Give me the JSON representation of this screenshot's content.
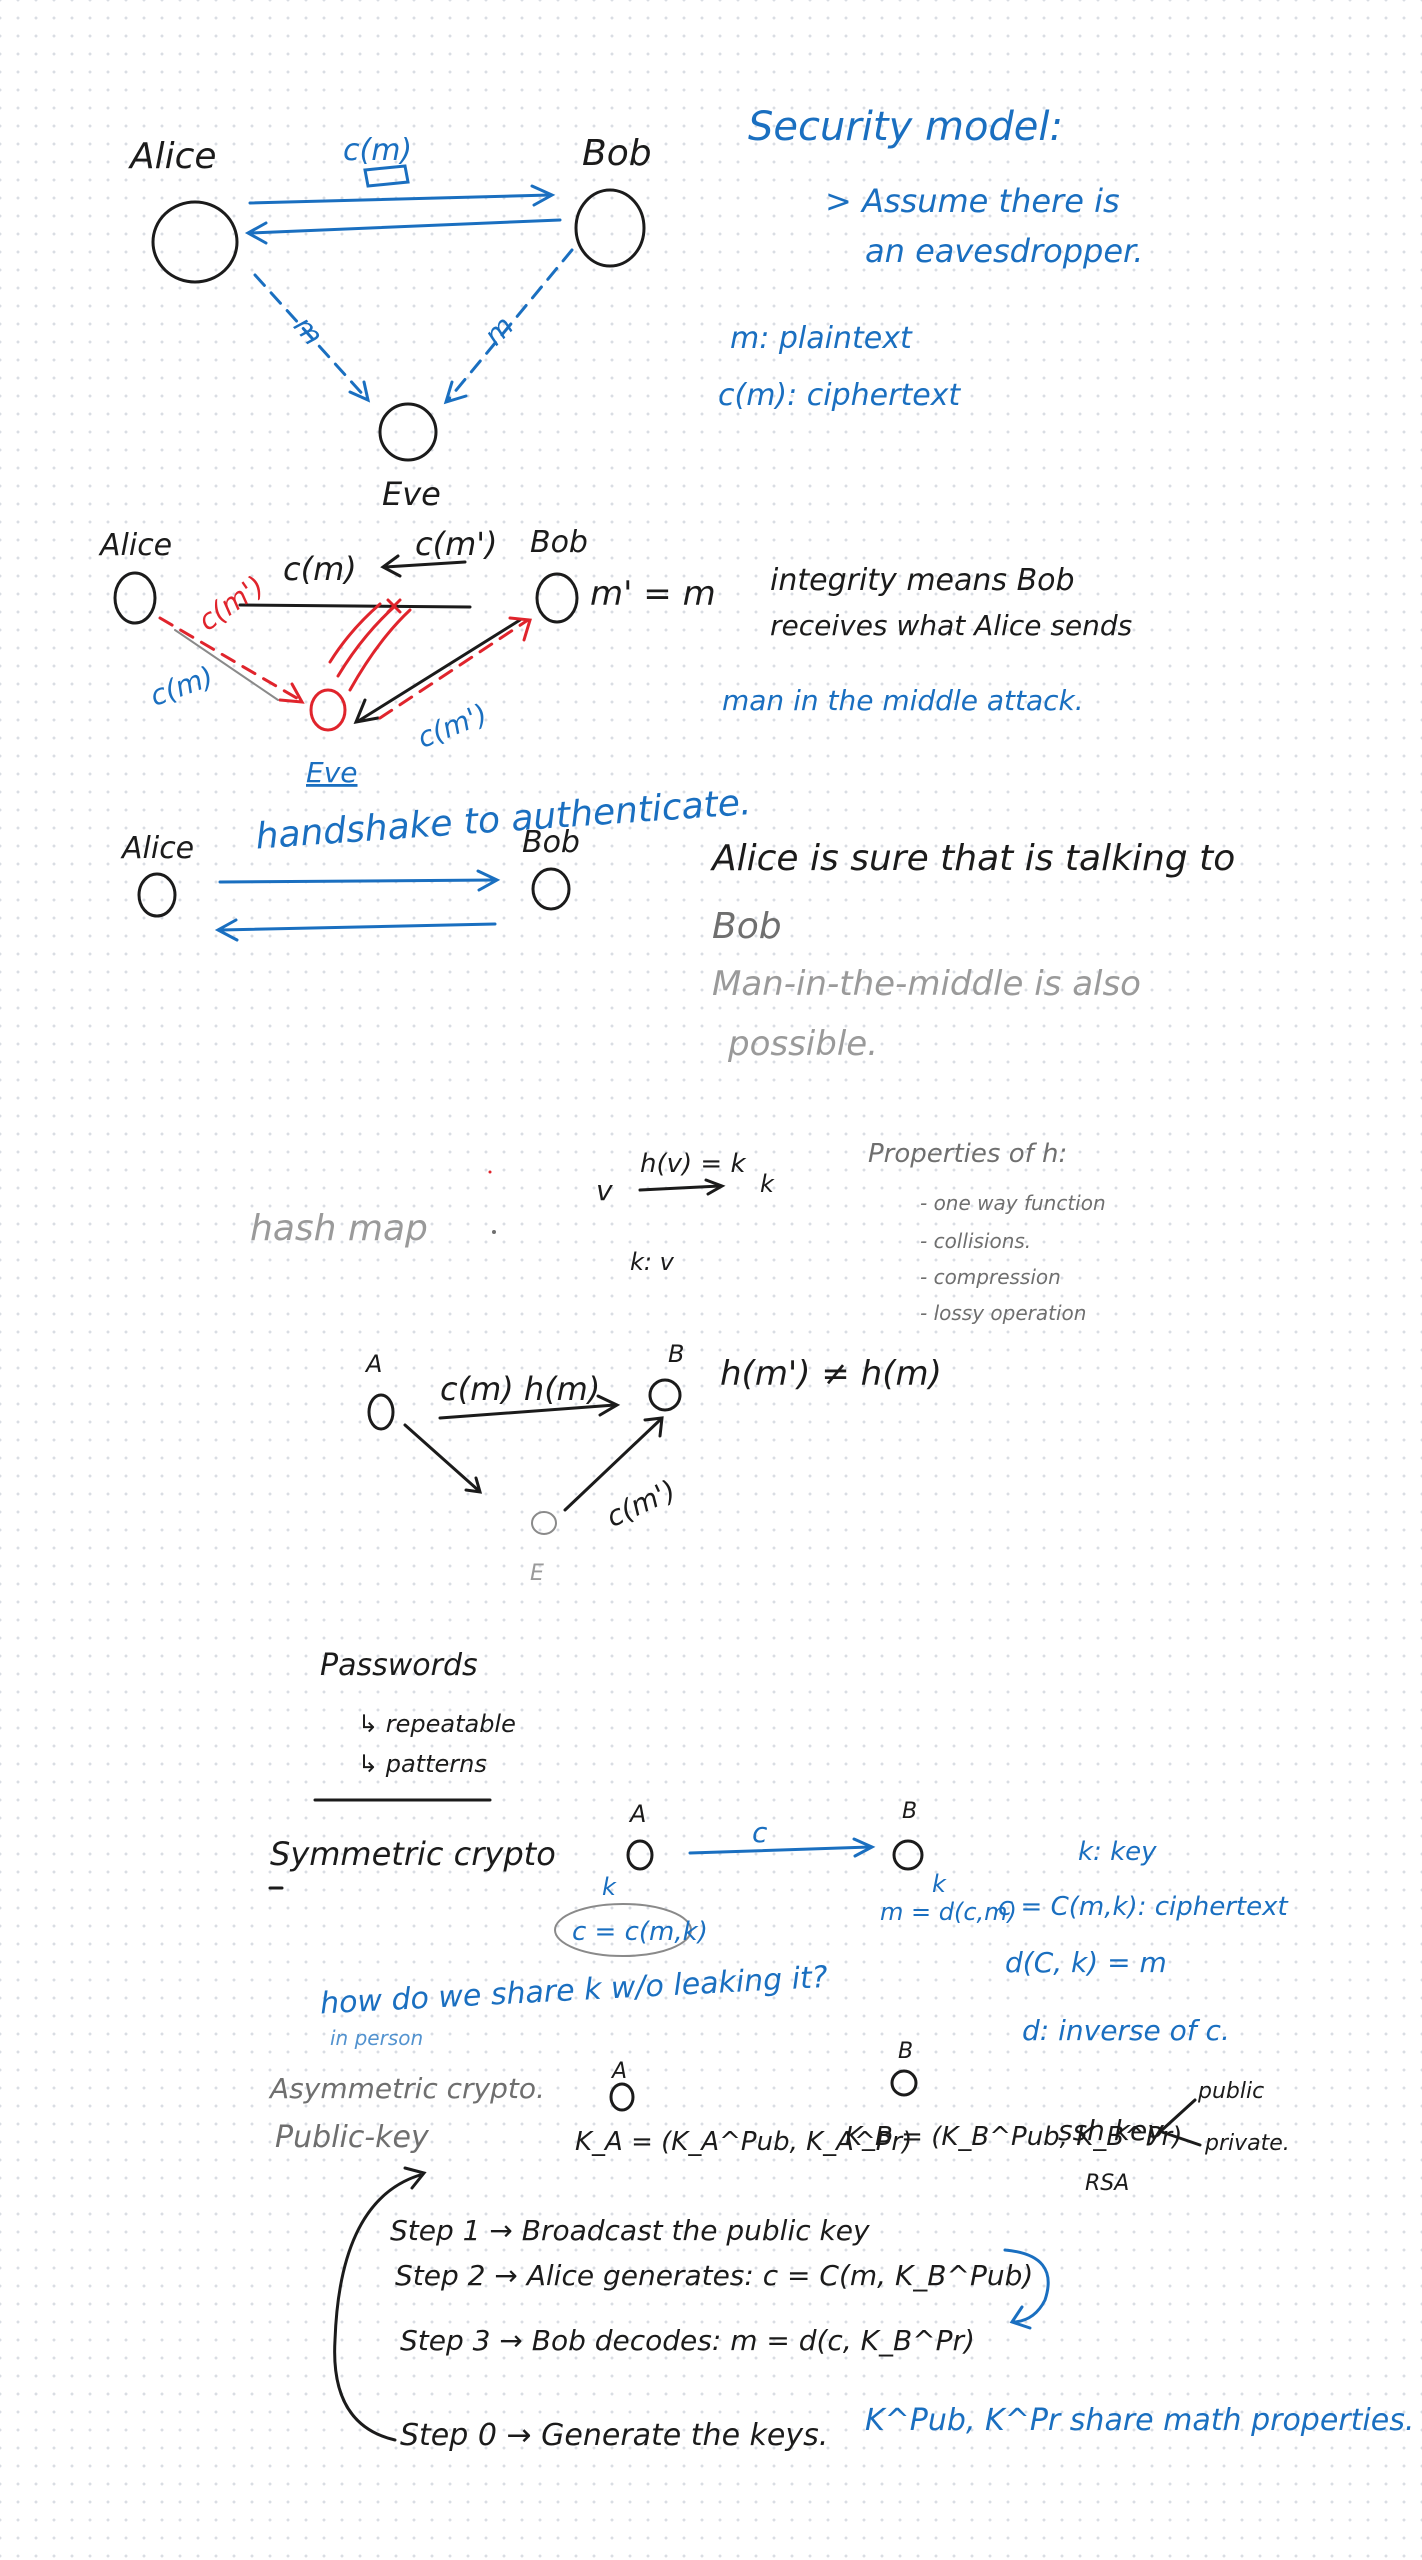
{
  "colors": {
    "blue_ink": "#1a6fc0",
    "black_ink": "#1b1b1b",
    "red_ink": "#e0242c",
    "grey_ink": "#6f6f6f"
  },
  "section1": {
    "alice": "Alice",
    "bob": "Bob",
    "eve": "Eve",
    "arrow_label": "c(m)",
    "m_left": "m",
    "m_right": "m",
    "security_model": "Security model:",
    "assume_line1": "> Assume there is",
    "assume_line2": "an eavesdropper.",
    "plaintext": "m: plaintext",
    "ciphertext": "c(m): ciphertext"
  },
  "section2": {
    "alice": "Alice",
    "bob": "Bob",
    "eve": "Eve",
    "cm_top": "c(m)",
    "cm_prime_top": "c(m')",
    "cm_prime_red": "c(m')",
    "cm_left": "c(m)",
    "cm_prime_bottom": "c(m')",
    "m_prime_eq": "m' = m",
    "integrity_line1": "integrity means Bob",
    "integrity_line2": "receives what Alice sends",
    "mitm": "man in the middle attack."
  },
  "section3": {
    "handshake": "handshake to authenticate.",
    "alice": "Alice",
    "bob": "Bob",
    "sure_line1": "Alice is sure that is talking to",
    "sure_line2": "Bob",
    "possible_line1": "Man-in-the-middle is also",
    "possible_line2": "possible."
  },
  "section4": {
    "hash_map": "hash map",
    "v": "v",
    "hv_eq_k": "h(v) = k",
    "k": "k",
    "k_colon_v": "k: v",
    "props_title": "Properties of h:",
    "props": [
      "- one way function",
      "- collisions.",
      "- compression",
      "- lossy operation"
    ],
    "node_a": "A",
    "node_b": "B",
    "node_e": "E",
    "cm_hm": "c(m) h(m)",
    "cm_prime": "c(m')",
    "hm_neq": "h(m') ≠ h(m)"
  },
  "section5": {
    "passwords": "Passwords",
    "repeatable": "↳ repeatable",
    "patterns": "↳ patterns",
    "symmetric": "Symmetric crypto",
    "node_a": "A",
    "node_b": "B",
    "k_left": "k",
    "k_right": "k",
    "c_label": "c",
    "c_formula": "c = c(m,k)",
    "k_key": "k: key",
    "m_eq": "m = d(c,m)",
    "c_eq": "c = C(m,k): ciphertext",
    "d_eq": "d(C, k) = m",
    "d_inverse": "d: inverse of c.",
    "share_q": "how do we share k w/o leaking it?",
    "in_person": "in person"
  },
  "section6": {
    "asym": "Asymmetric crypto.",
    "public_key": "Public-key",
    "node_a": "A",
    "node_b": "B",
    "ka": "K_A = (K_A^Pub, K_A^Pr)",
    "kb": "K_B = (K_B^Pub, K_B^Pr)",
    "ssh_key": "ssh key",
    "public": "public",
    "private": "private.",
    "rsa": "RSA",
    "step1": "Step 1 → Broadcast the public key",
    "step2": "Step 2 → Alice generates:   c = C(m, K_B^Pub)",
    "step3": "Step 3 → Bob decodes:   m = d(c, K_B^Pr)",
    "step0": "Step 0 → Generate the keys.",
    "step0_blue": "K^Pub, K^Pr share math properties."
  }
}
